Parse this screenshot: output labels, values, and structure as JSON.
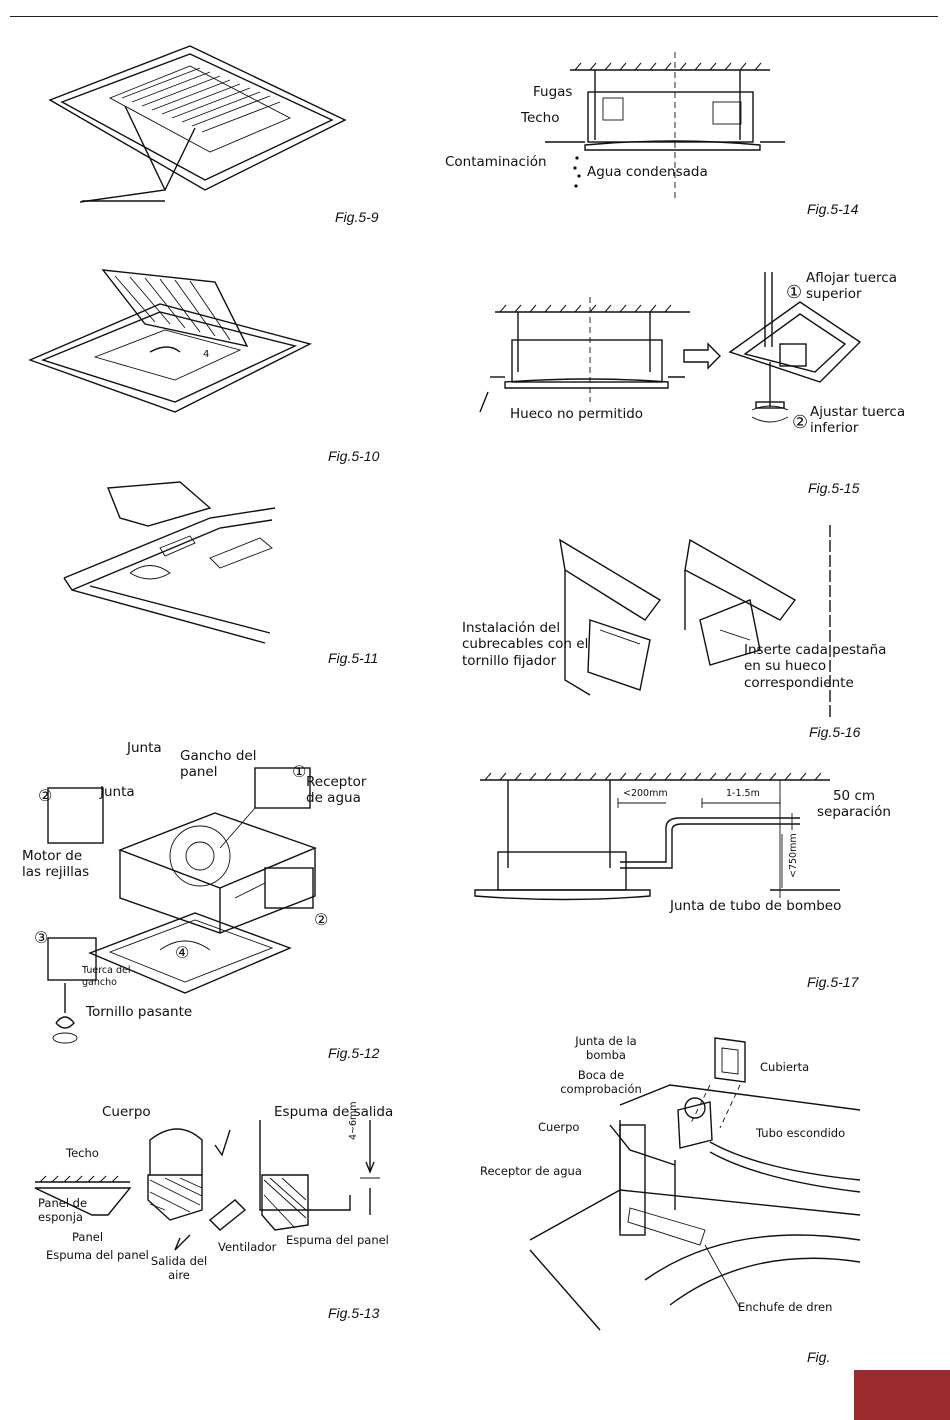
{
  "figures": {
    "fig_5_9": {
      "caption": "Fig.5-9"
    },
    "fig_5_10": {
      "caption": "Fig.5-10"
    },
    "fig_5_11": {
      "caption": "Fig.5-11"
    },
    "fig_5_12": {
      "caption": "Fig.5-12",
      "labels": {
        "junta_top": "Junta",
        "gancho": "Gancho del panel",
        "num1": "①",
        "receptor": "Receptor de agua",
        "num2a": "②",
        "junta_left": "Junta",
        "motor": "Motor de las rejillas",
        "num2b": "②",
        "num3": "③",
        "num4": "④",
        "tuerca": "Tuerca del gancho",
        "tornillo": "Tornillo pasante"
      }
    },
    "fig_5_13": {
      "caption": "Fig.5-13",
      "labels": {
        "cuerpo": "Cuerpo",
        "espuma_salida": "Espuma de salida",
        "dim": "4~6mm",
        "techo": "Techo",
        "panel_esponja": "Panel de esponja",
        "panel": "Panel",
        "espuma_panel_left": "Espuma del panel",
        "salida_aire": "Salida del aire",
        "ventilador": "Ventilador",
        "espuma_panel_right": "Espuma del panel"
      }
    },
    "fig_5_14": {
      "caption": "Fig.5-14",
      "labels": {
        "fugas": "Fugas",
        "techo": "Techo",
        "contaminacion": "Contaminación",
        "agua": "Agua condensada"
      }
    },
    "fig_5_15": {
      "caption": "Fig.5-15",
      "labels": {
        "hueco": "Hueco no permitido",
        "num1": "①",
        "aflojar": "Aflojar tuerca superior",
        "num2": "②",
        "ajustar": "Ajustar tuerca inferior"
      }
    },
    "fig_5_16": {
      "caption": "Fig.5-16",
      "labels": {
        "instalacion": "Instalación del cubrecables con el tornillo fijador",
        "inserte": "Inserte cada pestaña en su hueco correspondiente"
      }
    },
    "fig_5_17": {
      "caption": "Fig.5-17",
      "labels": {
        "dim200": "<200mm",
        "dim1_5": "1-1.5m",
        "separacion": "50 cm separación",
        "dim750": "<750mm",
        "junta_tubo": "Junta de tubo de bombeo"
      }
    },
    "fig_5_18": {
      "caption": "Fig.",
      "labels": {
        "junta_bomba": "Junta de la bomba",
        "cubierta": "Cubierta",
        "boca": "Boca de comprobación",
        "cuerpo": "Cuerpo",
        "tubo": "Tubo escondido",
        "receptor": "Receptor de agua",
        "enchufe": "Enchufe de dren"
      }
    }
  },
  "colors": {
    "accent_tab": "#9b2b2e",
    "ink": "#111111"
  }
}
